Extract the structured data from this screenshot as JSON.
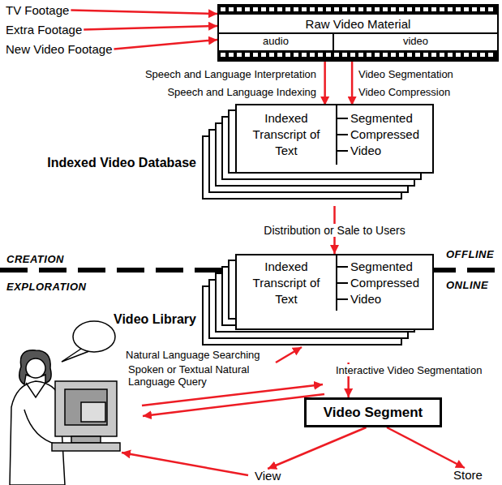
{
  "diagram": {
    "nodes": [
      {
        "text": [
          "TV Footage"
        ]
      },
      {
        "text": [
          "Extra Footage"
        ]
      },
      {
        "text": [
          "New Video Footage"
        ]
      },
      {
        "text": [
          "Raw Video Material"
        ]
      },
      {
        "text": [
          "audio"
        ],
        "in": 3
      },
      {
        "text": [
          "video"
        ],
        "in": 3
      },
      {
        "text": [
          "Indexed Video Database"
        ]
      },
      {
        "text": [
          "Indexed Transcript of Text"
        ],
        "in": 6
      },
      {
        "text": [
          "Segmented Compressed Video"
        ],
        "in": 6
      },
      {
        "text": [
          "Video Library"
        ]
      },
      {
        "text": [
          "Indexed Transcript of Text"
        ],
        "in": 9
      },
      {
        "text": [
          "Segmented Compressed Video"
        ],
        "in": 9
      },
      {
        "text": [
          "Video Segment"
        ]
      },
      {
        "text": [
          "View"
        ]
      },
      {
        "text": [
          "Store"
        ]
      }
    ],
    "edges": [
      {
        "from": 0,
        "to": 3,
        "arrow": "to"
      },
      {
        "from": 1,
        "to": 3,
        "arrow": "to"
      },
      {
        "from": 2,
        "to": 3,
        "arrow": "to"
      },
      {
        "from": 4,
        "to": 7,
        "arrow": "to"
      },
      {
        "from": 5,
        "to": 8,
        "arrow": "to"
      },
      {
        "from": 6,
        "to": 9,
        "arrow": "to",
        "label": "Distribution or Sale to Users"
      },
      {
        "from": 9,
        "to": 12,
        "arrow": "to"
      },
      {
        "from": 12,
        "to": 13,
        "arrow": "to"
      },
      {
        "from": 12,
        "to": 14,
        "arrow": "to"
      }
    ],
    "labels": [
      "Speech and Language Interpretation",
      "Speech and Language Indexing",
      "Video Segmentation",
      "Video Compression",
      "CREATION",
      "OFFLINE",
      "EXPLORATION",
      "ONLINE",
      "Natural Language Searching",
      "Spoken or Textual Natural Language Query",
      "Interactive Video Segmentation"
    ]
  }
}
